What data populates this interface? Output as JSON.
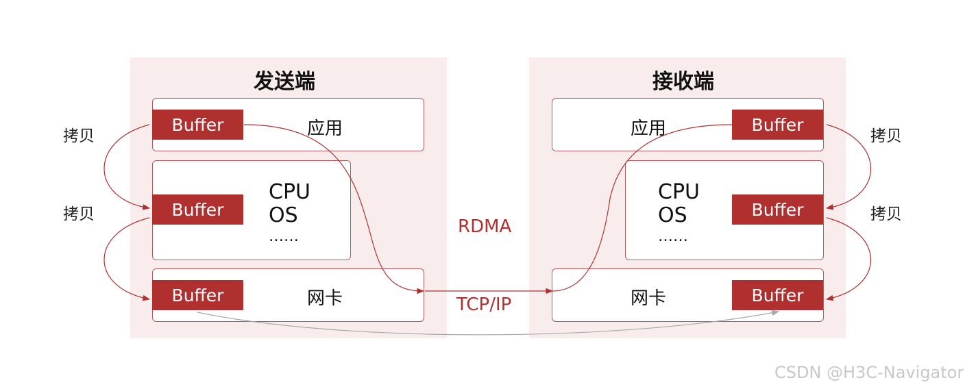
{
  "sender": {
    "title": "发送端",
    "app_label": "应用",
    "os_lines": [
      "CPU",
      "OS",
      "……"
    ],
    "nic_label": "网卡",
    "buffer_label": "Buffer"
  },
  "receiver": {
    "title": "接收端",
    "app_label": "应用",
    "os_lines": [
      "CPU",
      "OS",
      "……"
    ],
    "nic_label": "网卡",
    "buffer_label": "Buffer"
  },
  "copy_label": "拷贝",
  "rdma_label": "RDMA",
  "tcpip_label": "TCP/IP",
  "watermark": "CSDN @H3C-Navigator",
  "colors": {
    "accent": "#b03030",
    "panel_bg": "#f8ecec",
    "box_border": "#b7595c",
    "gray_path": "#a8a8a8"
  }
}
